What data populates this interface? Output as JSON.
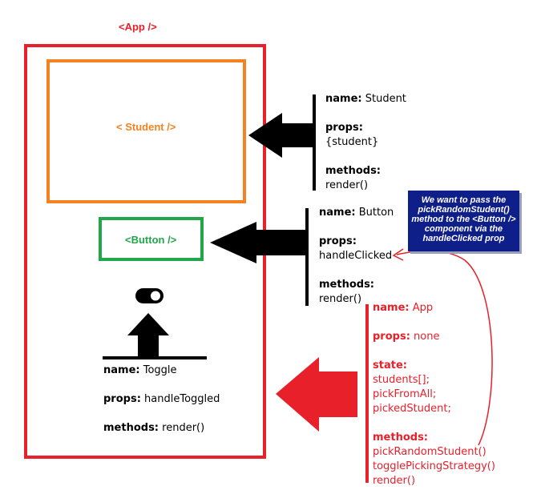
{
  "app_label": "<App />",
  "student_label": "< Student />",
  "button_label": "<Button />",
  "student_info": {
    "name_key": "name:",
    "name_val": "Student",
    "props_key": "props:",
    "props_val": "{student}",
    "methods_key": "methods:",
    "methods_val": "render()"
  },
  "button_info": {
    "name_key": "name:",
    "name_val": "Button",
    "props_key": "props:",
    "props_val": "handleClicked",
    "methods_key": "methods:",
    "methods_val": "render()"
  },
  "toggle_info": {
    "name_key": "name:",
    "name_val": "Toggle",
    "props_key": "props:",
    "props_val": "handleToggled",
    "methods_key": "methods:",
    "methods_val": "render()"
  },
  "app_info": {
    "name_key": "name:",
    "name_val": "App",
    "props_key": "props:",
    "props_val": "none",
    "state_key": "state:",
    "state_vals": [
      "students[];",
      "pickFromAll;",
      "pickedStudent;"
    ],
    "methods_key": "methods:",
    "methods_vals": [
      "pickRandomStudent()",
      "togglePickingStrategy()",
      "render()"
    ]
  },
  "callout_lines": [
    "We want to pass the",
    "pickRandomStudent()",
    "method to the <Button />",
    "component via the",
    "handleClicked prop"
  ],
  "colors": {
    "app": "#e8202a",
    "student": "#f58220",
    "button": "#22a64a",
    "callout": "#0f1f8a"
  }
}
